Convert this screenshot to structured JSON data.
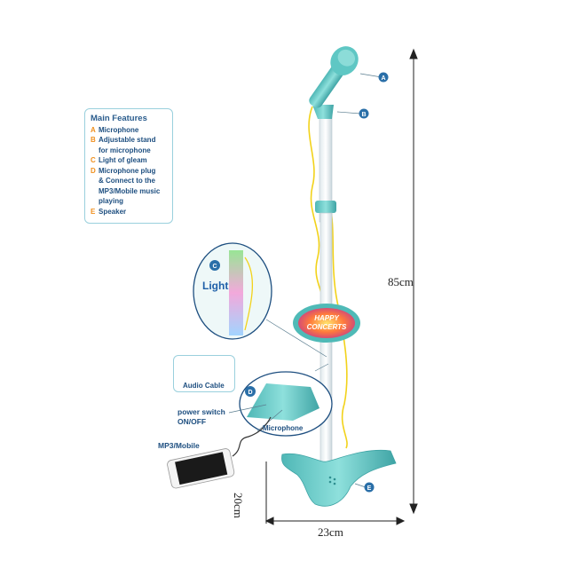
{
  "features": {
    "title": "Main Features",
    "items": [
      {
        "key": "A",
        "lines": [
          "Microphone"
        ]
      },
      {
        "key": "B",
        "lines": [
          "Adjustable stand",
          "for microphone"
        ]
      },
      {
        "key": "C",
        "lines": [
          "Light of gleam"
        ]
      },
      {
        "key": "D",
        "lines": [
          "Microphone plug",
          "& Connect to the",
          "MP3/Mobile music",
          "playing"
        ]
      },
      {
        "key": "E",
        "lines": [
          "Speaker"
        ]
      }
    ]
  },
  "callouts": {
    "a": "A",
    "b": "B",
    "c": "C",
    "d": "D",
    "e": "E"
  },
  "labels": {
    "light": "Light",
    "audio_cable": "Audio Cable",
    "power_switch": "power switch",
    "on_off": "ON/OFF",
    "microphone": "Microphone",
    "mp3_mobile": "MP3/Mobile"
  },
  "logo": {
    "line1": "HAPPY",
    "line2": "CONCERTS"
  },
  "dimensions": {
    "height": "85cm",
    "width": "23cm",
    "depth": "20cm"
  },
  "colors": {
    "teal": "#5fc7c4",
    "teal_dark": "#3aa5a6",
    "navy": "#1e4f80",
    "orange": "#f0901e",
    "yellow_cable": "#f2d21a",
    "callout_blue": "#2a6fa8"
  }
}
